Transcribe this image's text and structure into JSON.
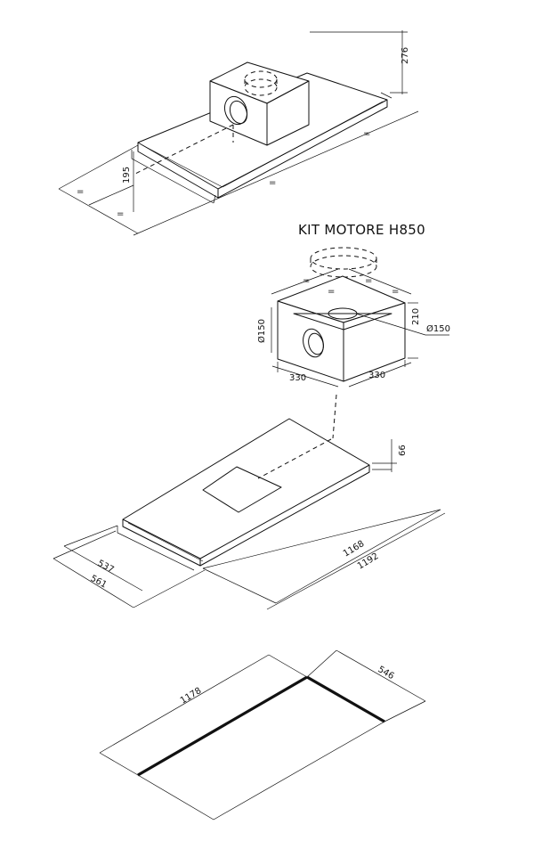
{
  "kit_title": "KIT MOTORE H850",
  "assembled_view": {
    "height_label": "276",
    "depth_label": "195",
    "equal_marks": [
      "=",
      "=",
      "=",
      "="
    ]
  },
  "motor_kit": {
    "duct_side_label": "Ø150",
    "duct_top_label": "Ø150",
    "height_label": "210",
    "width_left_label": "330",
    "width_right_label": "330",
    "equal_marks": [
      "=",
      "=",
      "=",
      "="
    ]
  },
  "hood_body": {
    "height_label": "66",
    "inner_length_label": "1168",
    "outer_length_label": "1192",
    "inner_depth_label": "537",
    "outer_depth_label": "561"
  },
  "cutout": {
    "length_label": "1178",
    "depth_label": "546"
  }
}
